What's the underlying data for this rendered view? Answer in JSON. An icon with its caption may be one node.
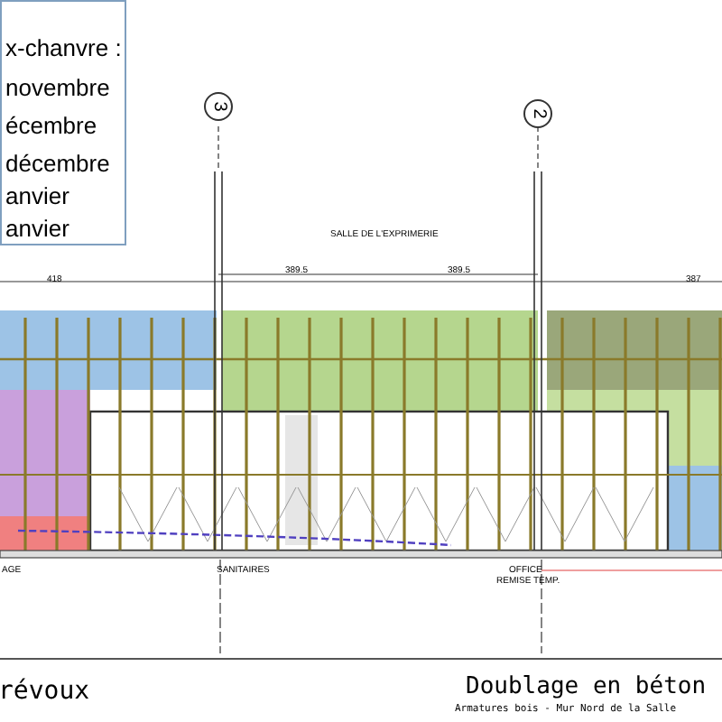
{
  "diagram": {
    "labels": [
      "x-chanvre :",
      "novembre",
      "écembre",
      "décembre",
      "anvier",
      "anvier",
      "3",
      "2",
      "SALLE DE L'EXPRIMERIE",
      "418",
      "389.5",
      "389.5",
      "387",
      "AGE",
      "SANITAIRES",
      "OFFICE",
      "REMISE TEMP.",
      "révoux",
      "Doublage en béton",
      "Armatures bois - Mur Nord de la Salle"
    ]
  }
}
